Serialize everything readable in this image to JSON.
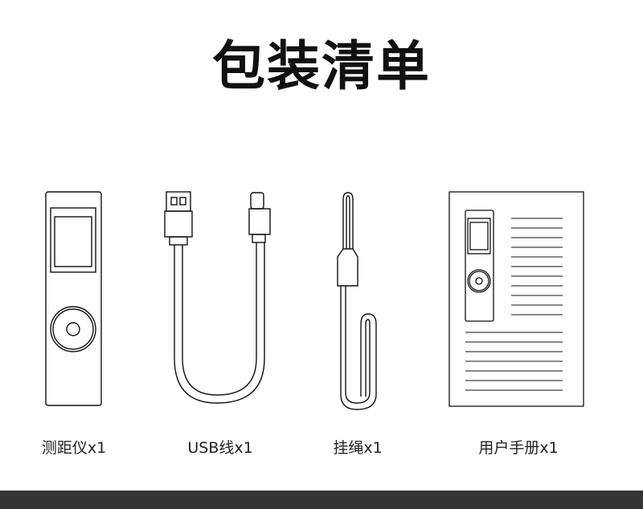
{
  "page": {
    "title": "包装清单",
    "footer_color": "#363636",
    "line_color": "#111111"
  },
  "items": [
    {
      "label": "测距仪x1",
      "icon": "rangefinder-icon"
    },
    {
      "label": "USB线x1",
      "icon": "usb-cable-icon"
    },
    {
      "label": "挂绳x1",
      "icon": "lanyard-icon"
    },
    {
      "label": "用户手册x1",
      "icon": "user-manual-icon"
    }
  ]
}
